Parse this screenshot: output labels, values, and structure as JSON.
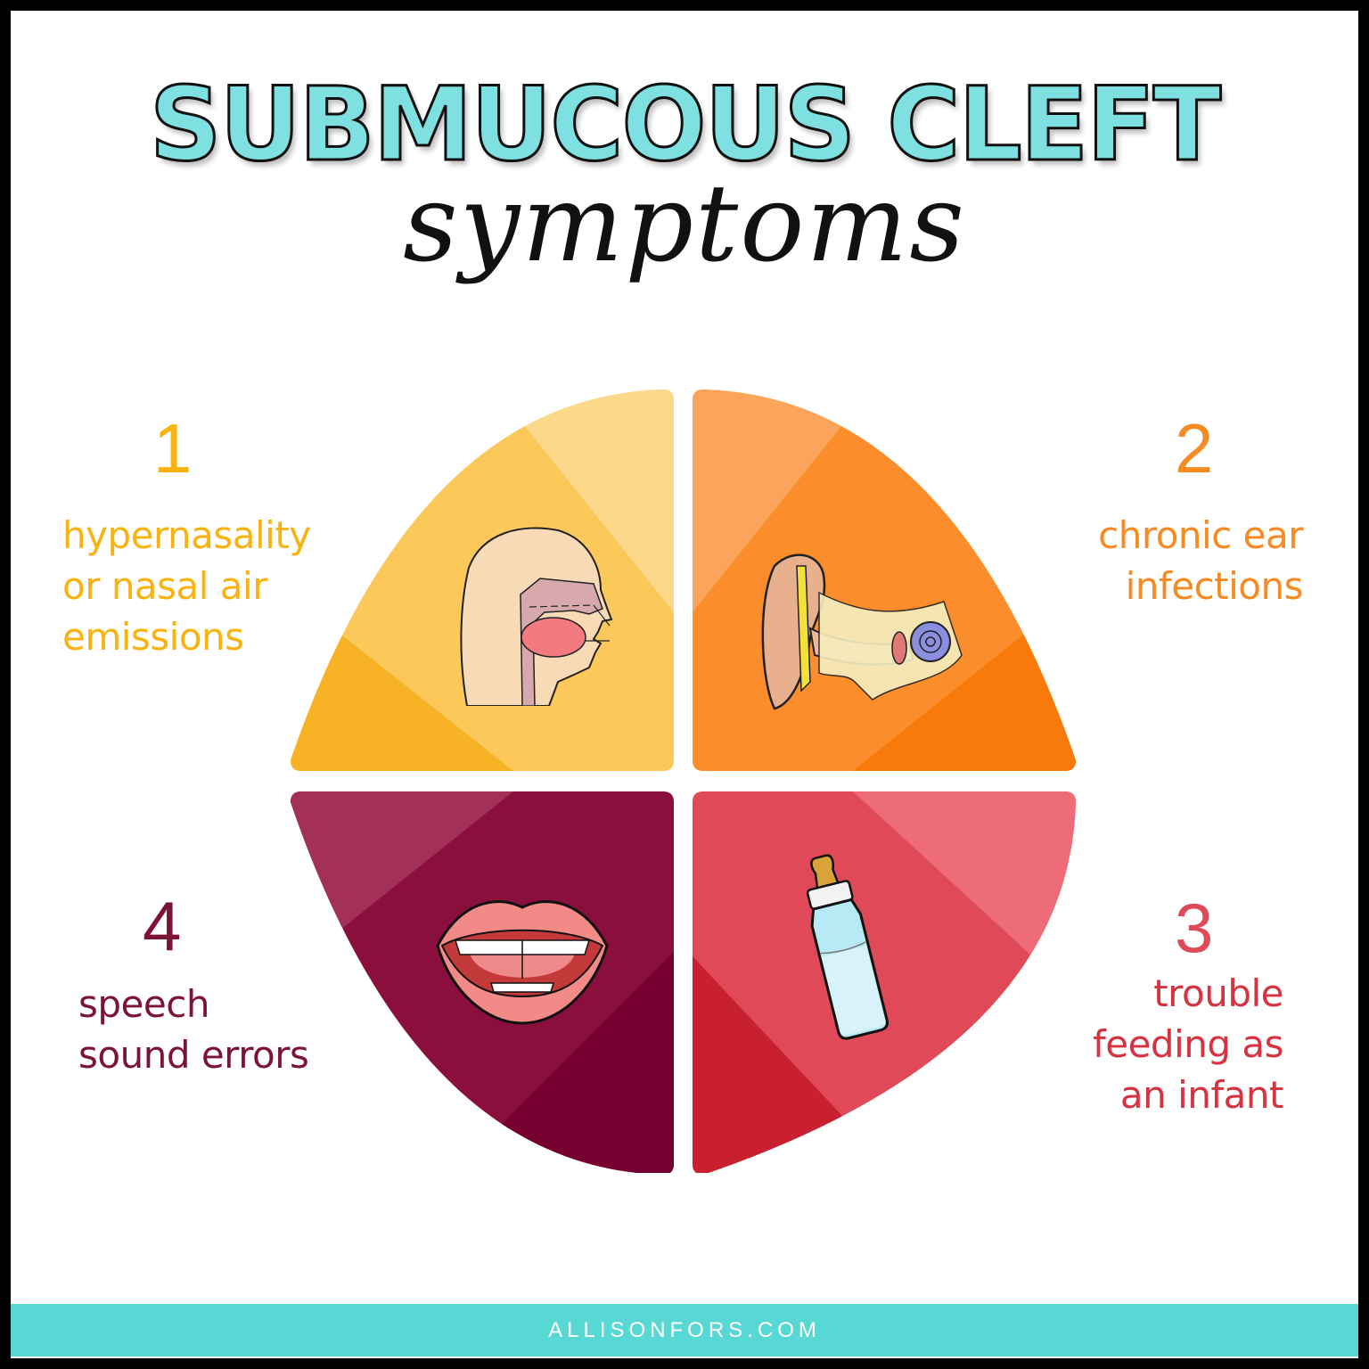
{
  "header": {
    "title": "SUBMUCOUS CLEFT",
    "subtitle": "symptoms"
  },
  "symptoms": [
    {
      "number": "1",
      "lines": [
        "hypernasality",
        "or nasal air",
        "emissions"
      ],
      "color": "#f9b311",
      "icon": "head-profile-nasal-airflow-icon"
    },
    {
      "number": "2",
      "lines": [
        "chronic ear",
        "infections"
      ],
      "color": "#f68a23",
      "icon": "ear-anatomy-icon"
    },
    {
      "number": "3",
      "lines": [
        "trouble",
        "feeding as",
        "an infant"
      ],
      "color": "#d7323f",
      "icon": "baby-bottle-icon"
    },
    {
      "number": "4",
      "lines": [
        "speech",
        "sound errors"
      ],
      "color": "#7d1238",
      "icon": "open-mouth-icon"
    }
  ],
  "quadrant_colors": {
    "q1": [
      "#fcd98a",
      "#fcc85a",
      "#f7b225"
    ],
    "q2": [
      "#fca55a",
      "#fb8d2c",
      "#f87a0a"
    ],
    "q3": [
      "#ee6b78",
      "#e04a58",
      "#c8202f"
    ],
    "q4": [
      "#a33058",
      "#8a0f3c",
      "#760030"
    ]
  },
  "footer": {
    "text": "ALLISONFORS.COM",
    "background": "#58d8d4"
  }
}
